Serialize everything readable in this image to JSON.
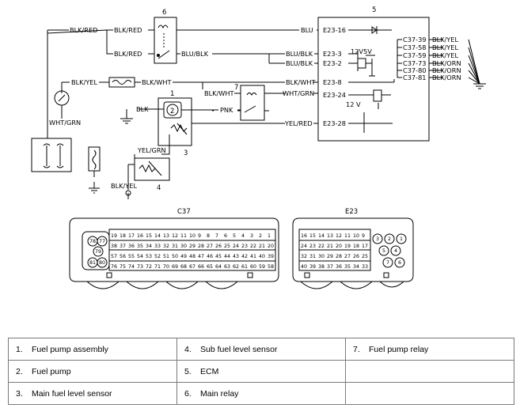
{
  "components": {
    "c1": "1",
    "c2": "2",
    "c3": "3",
    "c4": "4",
    "c5": "5",
    "c6": "6",
    "c7": "7"
  },
  "wires": {
    "w1": "BLK/RED",
    "w2": "BLK/RED",
    "w3": "BLK/RED",
    "w4": "BLU/BLK",
    "w5": "BLU",
    "w6": "BLU/BLK",
    "w7": "BLU/BLK",
    "w8": "BLK/YEL",
    "w9": "BLK/WHT",
    "w10": "BLK/WHT",
    "w11": "BLK/WHT",
    "w12": "WHT/GRN",
    "w13": "BLK",
    "w14": "PNK",
    "w15": "YEL/RED",
    "w16": "WHT/GRN",
    "w17": "YEL/GRN",
    "w18": "BLK/YEL"
  },
  "terminals": {
    "t1": "E23-16",
    "t2": "E23-3",
    "t3": "E23-2",
    "t4": "E23-8",
    "t5": "E23-24",
    "t6": "E23-28",
    "r1": "C37-39",
    "r2": "C37-58",
    "r3": "C37-59",
    "r4": "C37-73",
    "r5": "C37-80",
    "r6": "C37-81"
  },
  "right_wires": [
    "BLK/YEL",
    "BLK/YEL",
    "BLK/YEL",
    "BLK/ORN",
    "BLK/ORN",
    "BLK/ORN"
  ],
  "voltages": {
    "v1": "12V",
    "v2": "5V",
    "v3": "12 V"
  },
  "connectors": {
    "c37_title": "C37",
    "e23_title": "E23",
    "c37_circles": [
      "78",
      "77",
      "79",
      "81",
      "80"
    ],
    "c37_rows": [
      [
        "19",
        "18",
        "17",
        "16",
        "15",
        "14",
        "13",
        "12",
        "11",
        "10",
        "9",
        "8",
        "7",
        "6",
        "5",
        "4",
        "3",
        "2",
        "1"
      ],
      [
        "38",
        "37",
        "36",
        "35",
        "34",
        "33",
        "32",
        "31",
        "30",
        "29",
        "28",
        "27",
        "26",
        "25",
        "24",
        "23",
        "22",
        "21",
        "20"
      ],
      [
        "57",
        "56",
        "55",
        "54",
        "53",
        "52",
        "51",
        "50",
        "49",
        "48",
        "47",
        "46",
        "45",
        "44",
        "43",
        "42",
        "41",
        "40",
        "39"
      ],
      [
        "76",
        "75",
        "74",
        "73",
        "72",
        "71",
        "70",
        "69",
        "68",
        "67",
        "66",
        "65",
        "64",
        "63",
        "62",
        "61",
        "60",
        "59",
        "58"
      ]
    ],
    "e23_rows": [
      [
        "16",
        "15",
        "14",
        "13",
        "12",
        "11",
        "10",
        "9"
      ],
      [
        "24",
        "23",
        "22",
        "21",
        "20",
        "19",
        "18",
        "17"
      ],
      [
        "32",
        "31",
        "30",
        "29",
        "28",
        "27",
        "26",
        "25"
      ],
      [
        "40",
        "39",
        "38",
        "37",
        "36",
        "35",
        "34",
        "33"
      ]
    ],
    "e23_circles": [
      "3",
      "2",
      "1",
      "5",
      "4",
      "7",
      "6"
    ]
  },
  "legend": [
    [
      {
        "num": "1.",
        "text": "Fuel pump assembly"
      },
      {
        "num": "4.",
        "text": "Sub fuel level sensor"
      },
      {
        "num": "7.",
        "text": "Fuel pump relay"
      }
    ],
    [
      {
        "num": "2.",
        "text": "Fuel pump"
      },
      {
        "num": "5.",
        "text": "ECM"
      },
      {
        "num": "",
        "text": ""
      }
    ],
    [
      {
        "num": "3.",
        "text": "Main fuel level sensor"
      },
      {
        "num": "6.",
        "text": "Main relay"
      },
      {
        "num": "",
        "text": ""
      }
    ]
  ]
}
